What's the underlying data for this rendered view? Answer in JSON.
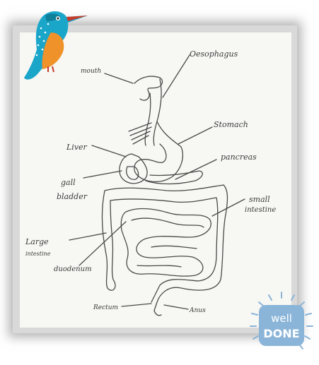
{
  "labels": {
    "mouth": "mouth",
    "oesophagus": "Oesophagus",
    "stomach": "Stomach",
    "liver": "Liver",
    "gall": "gall",
    "bladder": "bladder",
    "pancreas": "pancreas",
    "small": "small",
    "intestine": "intestine",
    "large": "Large",
    "large_intestine": "intestine",
    "duodenum": "duodenum",
    "rectum": "Rectum",
    "anus": "Anus"
  },
  "sticker": {
    "line1": "well",
    "line2": "DONE"
  },
  "colors": {
    "pencil": "#4a4a4a",
    "kingfisher_blue": "#1aa6c9",
    "kingfisher_orange": "#f0922a",
    "sticker_blue": "#8ab4d8"
  }
}
